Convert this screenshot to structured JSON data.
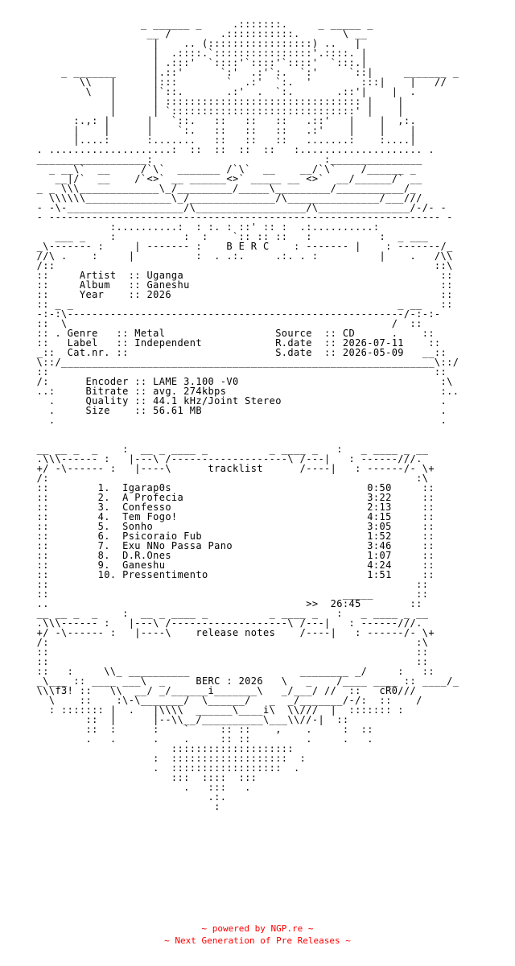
{
  "nfo": {
    "lines": [
      "                       _ ______ _     .:::::::.     _ _____ _",
      "                        __ /        .:::::::::::.       \\ __",
      "                         |    .. (:::::::::::::::::) ..   |",
      "                         |  .::::.`::::::::::::::::'.::::. |",
      "                         | .:::'  `::::'`::::'`::::'  `:::.|",
      "          _ _______      |.::'      `:'  .:'`:.  `:'     `::|     _______ _",
      "             \\\\   |      |:::        `  .:'  `:.  '        :::|    |   //",
      "              \\   |      |`::.       .:'  .  `:.       .::'|    |  .",
      "                  |      | :::::::::::::::::::::::::::::::: |    |",
      "                  |      | `::::::::::::::::::::::::::::::' |    |",
      "            :.,: |      |   `::.   ::   ::   ::   .::'   |    |  ,:.",
      "            |    |      |    `:.   ::   ::   ::   .:'    |    |    |",
      "            |....:      :.......   ::   ::   ::   .......:    :....|",
      "      . ....................:  ::  ::  ::  ::   :.................... .",
      "      __________________:                            :_______________",
      "        _ __\\`  __     /`\\`  _______ /`\\`  __    __/`\\`    /______ _",
      "         __|/`  __    /`<>` __ ______<>` _____ __ <>`  __/______/` __",
      "      _ _ \\\\\\_____________\\_/_________/_____\\_________/___________/_",
      "        \\\\\\\\\\\\______________\\_/______________/\\_______________/___///",
      "      - -\\-___________________/\\__________________/\\_______________/-/- -",
      "      - ---------------------------------------------------------------- -",
      "                  :..........:  : :. : ::' :: :  .:..........:",
      "         ___ _    :           :  :    `:: :: ::   :           :  _ ___",
      "      _\\------- :     | ------- :    B E R C    : ------- |    : -------/_",
      "      //\\ .    :     |          :  . .:.     .:. . :          |    .   /\\\\",
      "      /::                                                              ::\\",
      "      ::     Artist  :: Uganga                                          ::",
      "      ::     Album   :: Ganeshu                                         ::",
      "      ::     Year    :: 2026                                            ::",
      "      :: _ _                                                     _ __   ::",
      "      -:-:\\-------------------------------------------------------/-:-:-",
      "      ::  \\                                                     /  ::",
      "      :: . Genre   :: Metal                  Source  :: CD      .    ::",
      "      ::   Label   :: Independent            R.date  :: 2026-07-11    ::",
      "      _::  Cat.nr. ::                        S.date  :: 2026-05-09   __::",
      "      \\::/_____________________________________________________________\\::/",
      "      ::                                                               ::",
      "      /:      Encoder :: LAME 3.100 -V0                                 :\\",
      "      ..:     Bitrate :: avg. 274kbps                                   :..",
      "        .     Quality :: 44.1 kHz/Joint Stereo                          .",
      "        .     Size    :: 56.61 MB                                       .",
      "        .                                                               .",
      "",
      "",
      "      __ __ _  _    :  __ _ ____ _          _ ____ _   :   _ ____ _ __",
      "      .\\\\\\------ :   |---\\ /-------------------\\ /---|   : ------///.",
      "      +/ -\\------ :   |----\\      tracklist      /----|   : ------/- \\+",
      "      /:                                                            :\\",
      "      ::        1.  Igarap0s                                0:50     ::",
      "      ::        2.  A Profecia                              3:22     ::",
      "      ::        3.  Confesso                                2:13     ::",
      "      ::        4.  Tem Fogo!                               4:15     ::",
      "      ::        5.  Sonho                                   3:05     ::",
      "      ::        6.  Psicoraio Fub                           1:52     ::",
      "      ::        7.  Exu NNo Passa Pano                      3:46     ::",
      "      ::        8.  D.R.Ones                                1:07     ::",
      "      ::        9.  Ganeshu                                 4:24     ::",
      "      ::        10. Pressentimento                          1:51     ::",
      "      ::                                                            ::",
      "      ::                                                _____       ::",
      "      ..                                          >>  26:45        ::",
      "      __ __ _  _    :  __ _ ____ _          _ ____ _   :   _ ____ _ __",
      "      .\\\\\\------ :   |---\\ /-------------------\\ /---|   : ------///.",
      "      +/ -\\------ :   |----\\    release notes    /----|   : ------/- \\+",
      "      /:                                                            :\\",
      "      ::                                                            ::",
      "      ::                                                            ::",
      "      ::   :     \\\\_ __________                  ________ _/     :   ::",
      "      _\\___ :: ____ ___\\  _     BERC : 2026   \\   _    /____ ____ :: ____/_",
      "      \\\\\\f3! ::   \\\\  __/ _/______i_______\\   _/___/ //  ::   cR0///",
      "        \\    ::    :\\-\\_______/  \\______/   _  _/_______/-/:  ::    /",
      "        : ::::::: |  .   |\\\\\\\\  ______\\____i\\  \\\\///  |  ::::::: :",
      "              ::  |      |--\\\\__/__________\\___\\\\//-|  ::",
      "              ::  :      :    `     :: ::    ,    .     :  ::",
      "              .   .      .    .     :: ::         .     .   .",
      "                            ::::::::::::::::::::",
      "                         :  :::::::::::::::::::  :",
      "                         .  ::::::::::::::::::  .",
      "                            :::  ::::  :::",
      "                              .   :::   .",
      "                                  .:.",
      "                                   :"
    ]
  },
  "footer": {
    "powered_by": "~ powered by NGP.re ~",
    "tagline": "~ Next Generation of Pre Releases ~"
  },
  "colors": {
    "text": "#000000",
    "footer": "#ff0000",
    "background": "#ffffff"
  }
}
